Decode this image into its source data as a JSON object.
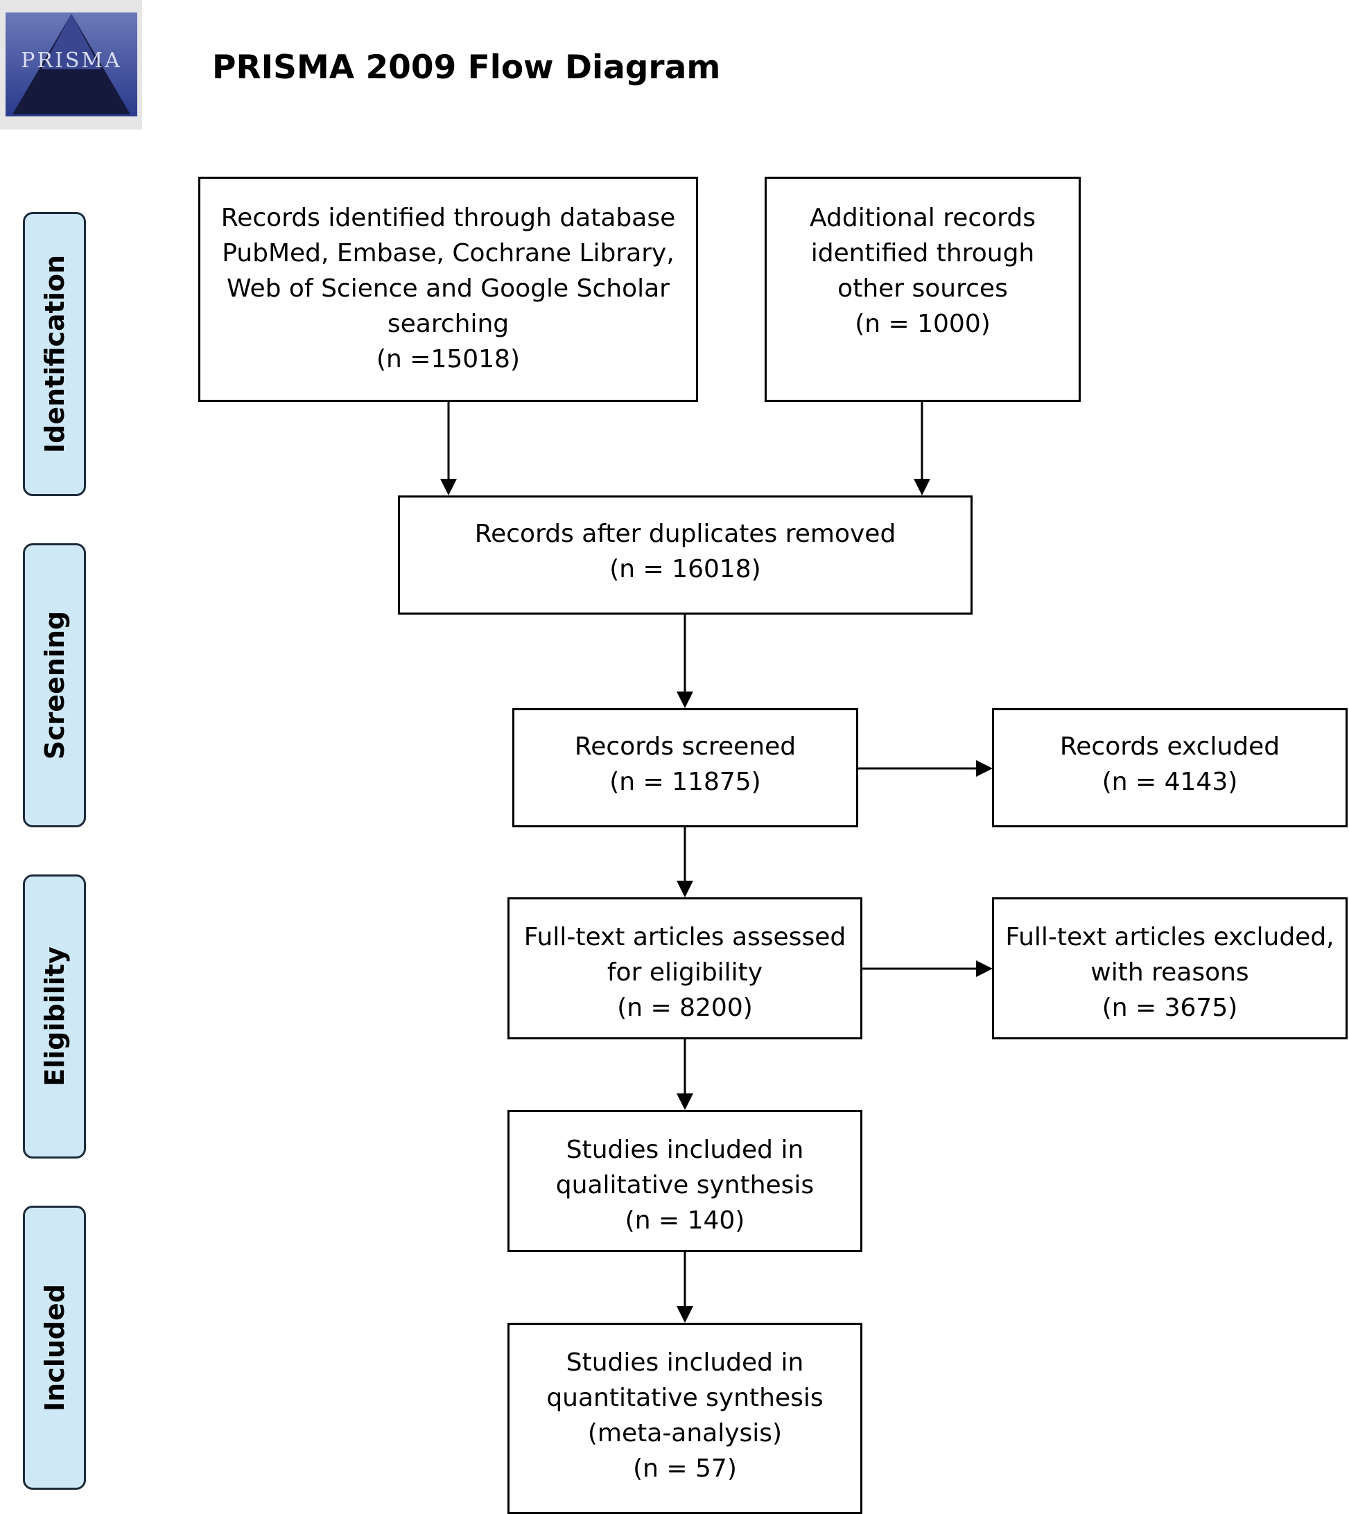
{
  "logo": {
    "text": "PRISMA"
  },
  "header": {
    "title": "PRISMA 2009 Flow Diagram"
  },
  "stages": [
    "Identification",
    "Screening",
    "Eligibility",
    "Included"
  ],
  "boxes": {
    "database": [
      "Records identified through database",
      "PubMed, Embase, Cochrane Library,",
      "Web of Science and Google Scholar",
      "searching",
      "(n =15018)"
    ],
    "other_sources": [
      "Additional records",
      "identified through",
      "other sources",
      "(n = 1000)"
    ],
    "duplicates_removed": [
      "Records after duplicates removed",
      "(n = 16018)"
    ],
    "screened": [
      "Records screened",
      "(n = 11875)"
    ],
    "excluded": [
      "Records excluded",
      "(n = 4143)"
    ],
    "fulltext_assessed": [
      "Full-text articles assessed",
      "for eligibility",
      "(n = 8200)"
    ],
    "fulltext_excluded": [
      "Full-text articles excluded,",
      "with reasons",
      "(n = 3675)"
    ],
    "qualitative": [
      "Studies included in",
      "qualitative synthesis",
      "(n = 140)"
    ],
    "quantitative": [
      "Studies included in",
      "quantitative synthesis",
      "(meta-analysis)",
      "(n = 57)"
    ]
  }
}
